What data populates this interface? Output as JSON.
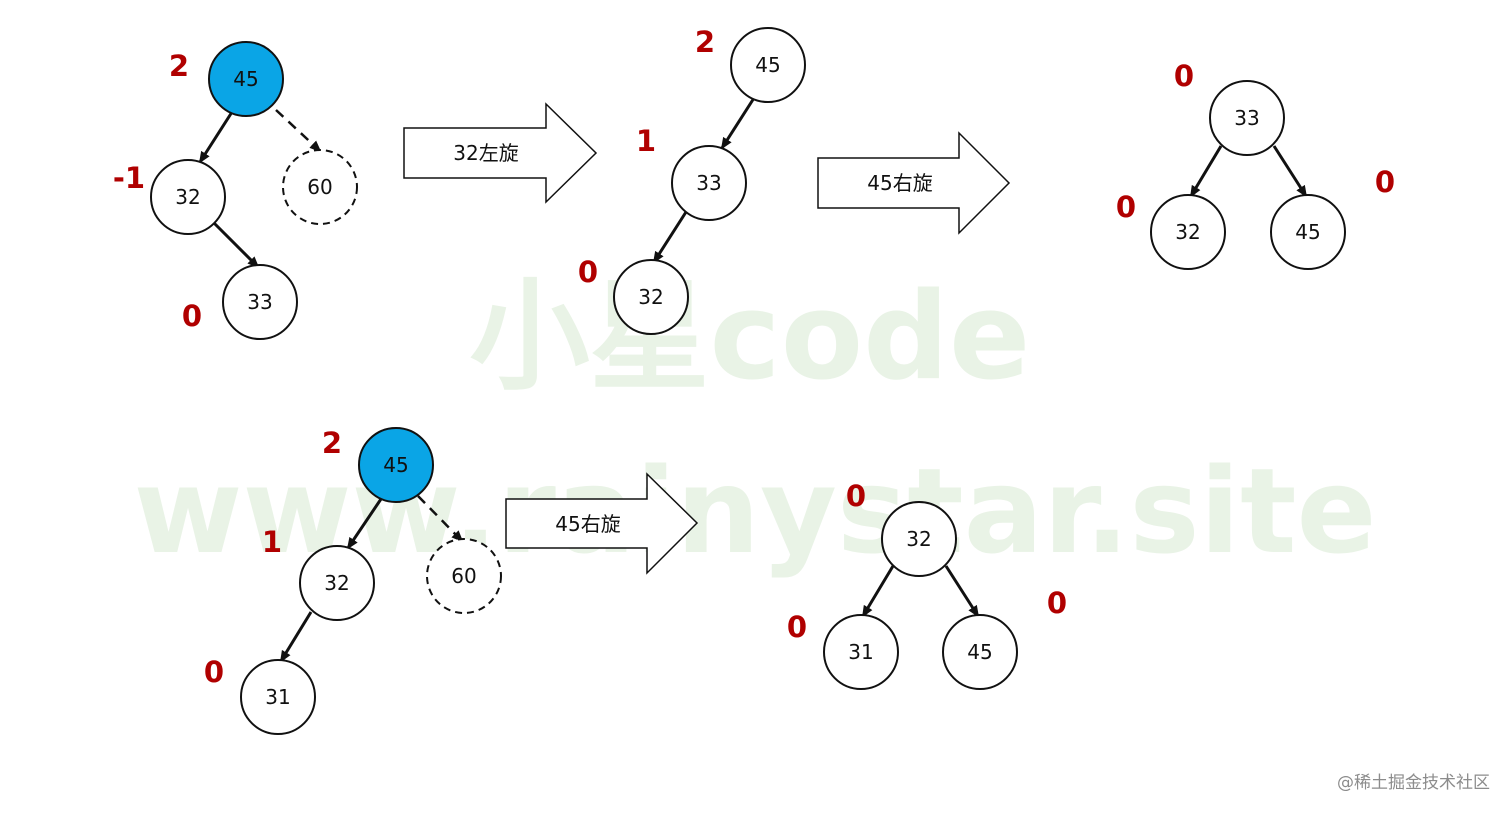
{
  "colors": {
    "highlight_fill": "#0aa5e6",
    "node_stroke": "#111111",
    "balance_factor": "#b00000",
    "watermark": "#e9f3e6",
    "footer": "#8c8c8c"
  },
  "watermark": {
    "line1": "小星code",
    "line2": "www.rainystar.site"
  },
  "footer": {
    "credit": "@稀土掘金技术社区"
  },
  "case1": {
    "tree_a": {
      "nodes": [
        "45",
        "32",
        "60",
        "33"
      ],
      "balance_factors": [
        "2",
        "-1",
        "0"
      ]
    },
    "arrow1_label": "32左旋",
    "tree_b": {
      "nodes": [
        "45",
        "33",
        "32"
      ],
      "balance_factors": [
        "2",
        "1",
        "0"
      ]
    },
    "arrow2_label": "45右旋",
    "tree_c": {
      "nodes": [
        "33",
        "32",
        "45"
      ],
      "balance_factors": [
        "0",
        "0",
        "0"
      ]
    }
  },
  "case2": {
    "tree_a": {
      "nodes": [
        "45",
        "32",
        "60",
        "31"
      ],
      "balance_factors": [
        "2",
        "1",
        "0"
      ]
    },
    "arrow_label": "45右旋",
    "tree_b": {
      "nodes": [
        "32",
        "31",
        "45"
      ],
      "balance_factors": [
        "0",
        "0",
        "0"
      ]
    }
  }
}
